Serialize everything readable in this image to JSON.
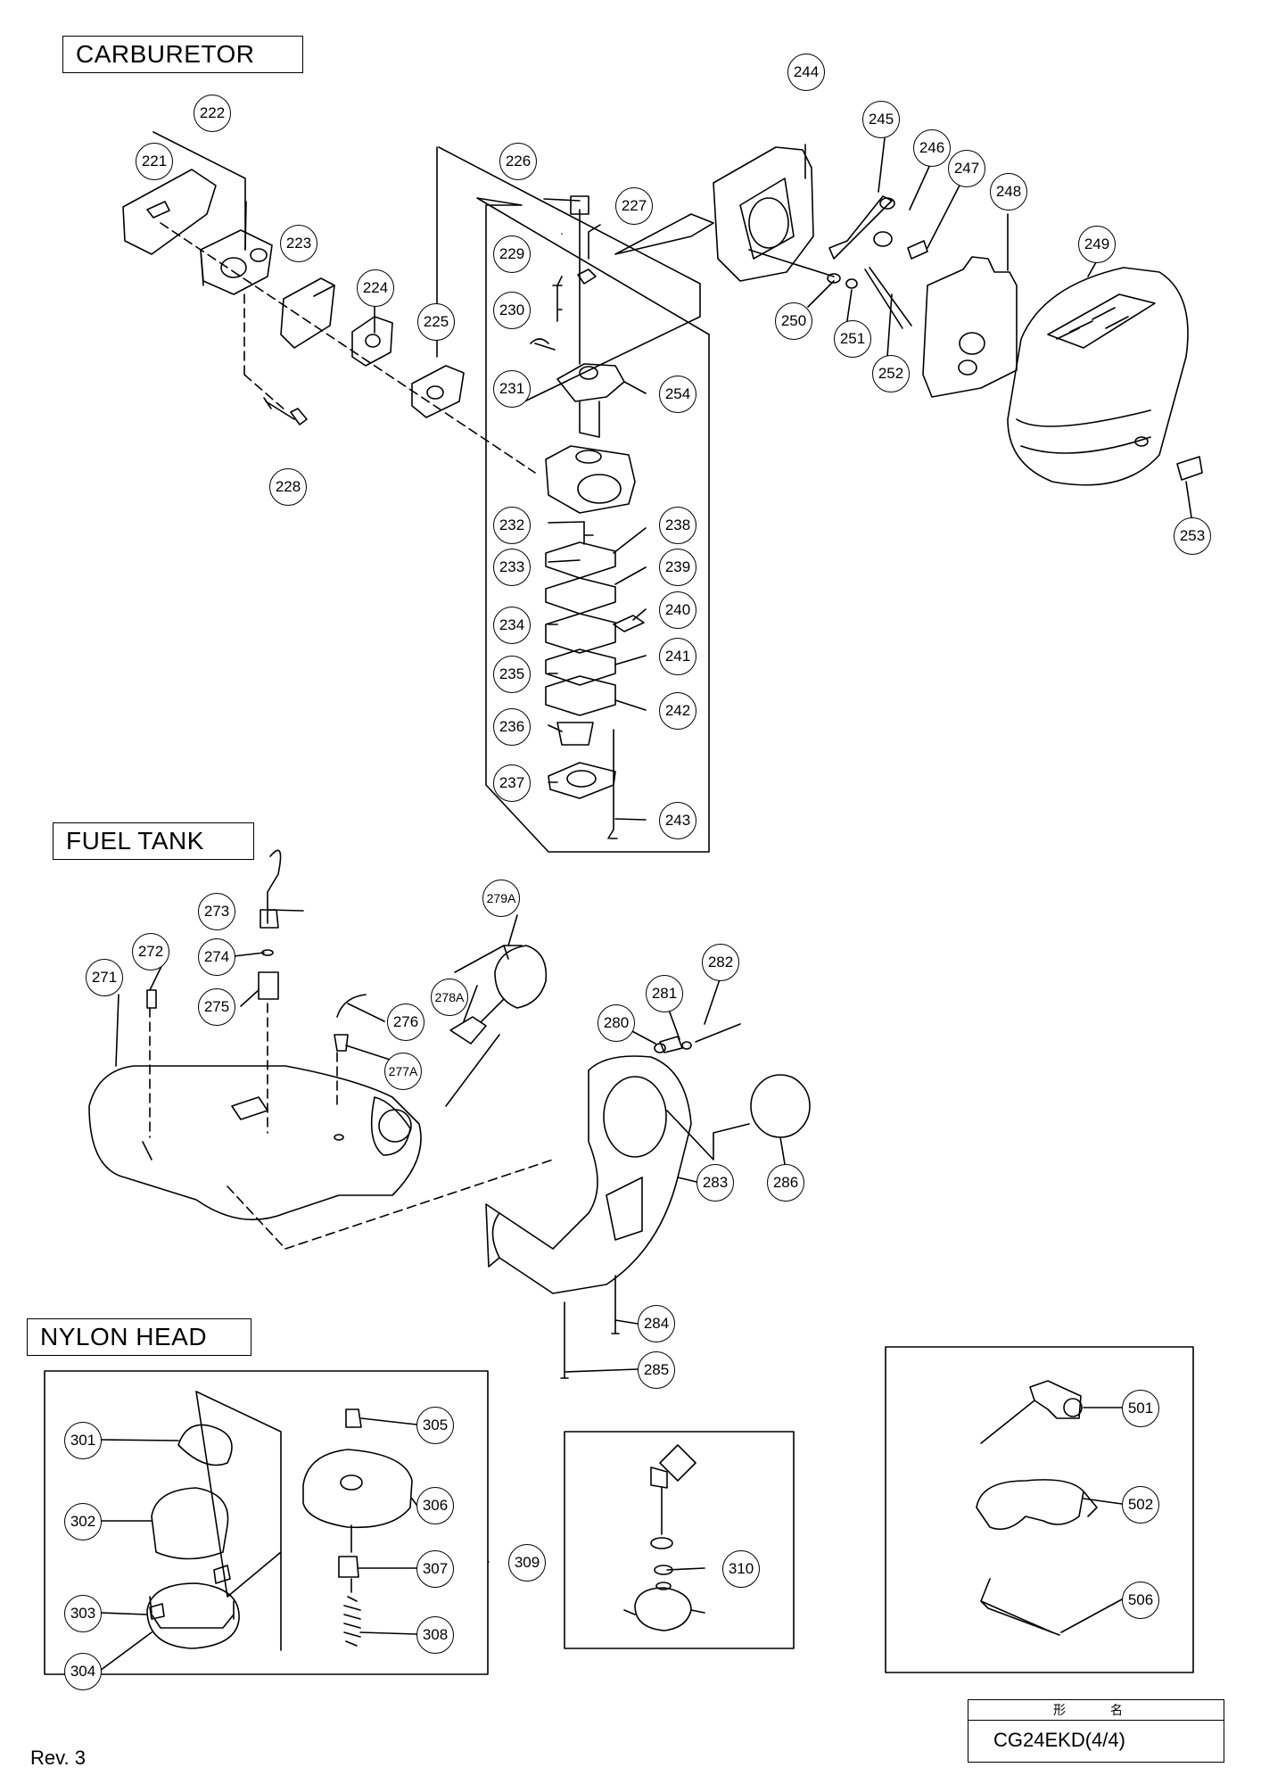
{
  "sections": {
    "carburetor": "CARBURETOR",
    "fuel_tank": "FUEL TANK",
    "nylon_head": "NYLON HEAD"
  },
  "parts": {
    "p221": "221",
    "p222": "222",
    "p223": "223",
    "p224": "224",
    "p225": "225",
    "p226": "226",
    "p227": "227",
    "p228": "228",
    "p229": "229",
    "p230": "230",
    "p231": "231",
    "p232": "232",
    "p233": "233",
    "p234": "234",
    "p235": "235",
    "p236": "236",
    "p237": "237",
    "p238": "238",
    "p239": "239",
    "p240": "240",
    "p241": "241",
    "p242": "242",
    "p243": "243",
    "p244": "244",
    "p245": "245",
    "p246": "246",
    "p247": "247",
    "p248": "248",
    "p249": "249",
    "p250": "250",
    "p251": "251",
    "p252": "252",
    "p253": "253",
    "p254": "254",
    "p271": "271",
    "p272": "272",
    "p273": "273",
    "p274": "274",
    "p275": "275",
    "p276": "276",
    "p277A": "277A",
    "p278A": "278A",
    "p279A": "279A",
    "p280": "280",
    "p281": "281",
    "p282": "282",
    "p283": "283",
    "p284": "284",
    "p285": "285",
    "p286": "286",
    "p301": "301",
    "p302": "302",
    "p303": "303",
    "p304": "304",
    "p305": "305",
    "p306": "306",
    "p307": "307",
    "p308": "308",
    "p309": "309",
    "p310": "310",
    "p501": "501",
    "p502": "502",
    "p506": "506"
  },
  "footer": {
    "revision": "Rev. 3",
    "model_header": "形　名",
    "model": "CG24EKD(4/4)"
  }
}
